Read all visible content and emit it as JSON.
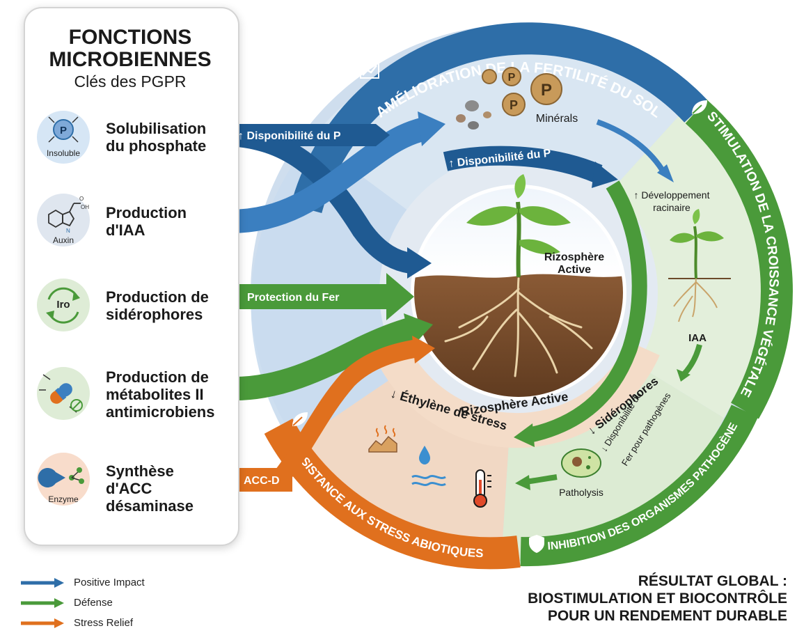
{
  "panel": {
    "title_line1": "FONCTIONS",
    "title_line2": "MICROBIENNES",
    "subtitle": "Clés des PGPR",
    "functions": [
      {
        "line1": "Solubilisation",
        "line2": "du phosphate",
        "line3": "",
        "icon_label": "Insoluble",
        "icon": "phosphate-icon"
      },
      {
        "line1": "Production",
        "line2": "d'IAA",
        "line3": "",
        "icon_label": "Auxin",
        "icon": "indole-molecule-icon"
      },
      {
        "line1": "Production de",
        "line2": "sidérophores",
        "line3": "",
        "icon_label": "Iro",
        "icon": "iron-cycle-icon"
      },
      {
        "line1": "Production de",
        "line2": "métabolites II",
        "line3": "antimicrobiens",
        "icon_label": "",
        "icon": "antimicrobial-capsule-icon"
      },
      {
        "line1": "Synthèse",
        "line2": "d'ACC",
        "line3": "désaminase",
        "icon_label": "Enzyme",
        "icon": "enzyme-pacman-icon"
      }
    ]
  },
  "arrows": {
    "p_availability": "↑ Disponibilité du P",
    "p_availability_inner": "↑ Disponibilité du P",
    "iron_protection": "Protection du Fer",
    "acc_d": "ACC-D"
  },
  "segments": {
    "top": "AMÉLIORATION DE LA FERTILITÉ DU SOL",
    "right": "STIMULATION DE LA CROISSANCE VÉGÉTALE",
    "bottom_right": "INHIBITION DES ORGANISMES PATHOGÈNES",
    "bottom_left": "RÉSISTANCE AUX STRESS ABIOTIQUES"
  },
  "segment_icons": {
    "top": "growth-chart-icon",
    "right": "leaf-icon",
    "bottom_right": "shield-icon",
    "bottom_left": "leaf-icon"
  },
  "inner_labels": {
    "minerals": "Minérals",
    "root_dev_line1": "↑ Développement",
    "root_dev_line2": "racinaire",
    "iaa": "IAA",
    "siderophores": "↓ Sidérophores",
    "iron_line1": "↓ Disponibilité du",
    "iron_line2": "Fer pour pathogènes",
    "patholysis": "Patholysis",
    "ethylene": "↓ Éthylène de stress"
  },
  "center": {
    "rhizo_top_line1": "Rizosphère",
    "rhizo_top_line2": "Active",
    "rhizo_bottom": "Rizosphère Active"
  },
  "legend": [
    {
      "label": "Positive Impact",
      "color": "#2e6ea8"
    },
    {
      "label": "Défense",
      "color": "#4a9a3a"
    },
    {
      "label": "Stress Relief",
      "color": "#e0701e"
    }
  ],
  "result": {
    "line1": "RÉSULTAT GLOBAL :",
    "line2": "BIOSTIMULATION ET BIOCONTRÔLE",
    "line3": "POUR UN RENDEMENT DURABLE"
  },
  "colors": {
    "blue": "#2e6ea8",
    "blue_dark": "#1f5a92",
    "green": "#4a9a3a",
    "green_dark": "#3b7f2e",
    "orange": "#e0701e",
    "orange_dark": "#d86218",
    "mineral_p": "#c89a5a"
  }
}
